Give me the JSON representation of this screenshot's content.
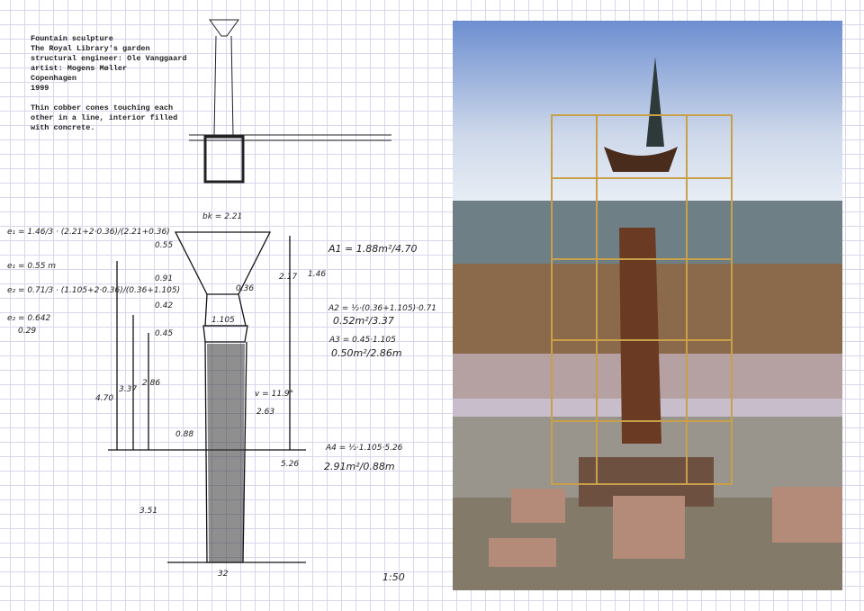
{
  "description": {
    "lines": [
      "Fountain sculpture",
      "The Royal Library's garden",
      "structural engineer: Ole Vanggaard",
      "artist: Mogens Møller",
      "Copenhagen",
      "1999",
      "",
      "Thin cobber cones touching each",
      "other in a line, interior filled",
      "with concrete."
    ]
  },
  "sketch_notes": {
    "top": "bk = 2.21",
    "a1": "A1 = 1.88m²/4.70",
    "a2": "A2 = ½·(0.36+1.105)·0.71",
    "a2b": "0.52m²/3.37",
    "a3": "A3 = 0.45·1.105",
    "a3b": "0.50m²/2.86m",
    "a4": "A4 = ½·1.105·5.26",
    "a4b": "2.91m²/0.88m",
    "scale": "1:50",
    "angle": "v = 11.9°",
    "d1": "0.55",
    "d2": "0.91",
    "d3": "0.42",
    "d4": "0.45",
    "d5": "3.51",
    "d6": "4.70",
    "d7": "3.37",
    "d8": "2.86",
    "d9": "0.88",
    "d10": "5.26",
    "d11": "2.63",
    "d12": "1.46",
    "d13": "2.17",
    "d14": "1.105",
    "d15": "0.36",
    "e1": "e₁ = 1.46/3 · (2.21+2·0.36)/(2.21+0.36)",
    "e2": "e₁ = 0.55 m",
    "e3": "e₂ = 0.71/3 · (1.105+2·0.36)/(0.36+1.105)",
    "e4": "e₂ = 0.642",
    "e5": "0.29",
    "base": "32"
  },
  "photo": {
    "alt_colors": {
      "sky": "#6d8ed0",
      "roof": "#6f7f86",
      "brick": "#8a6a4a",
      "rust": "#6b3a22"
    }
  }
}
